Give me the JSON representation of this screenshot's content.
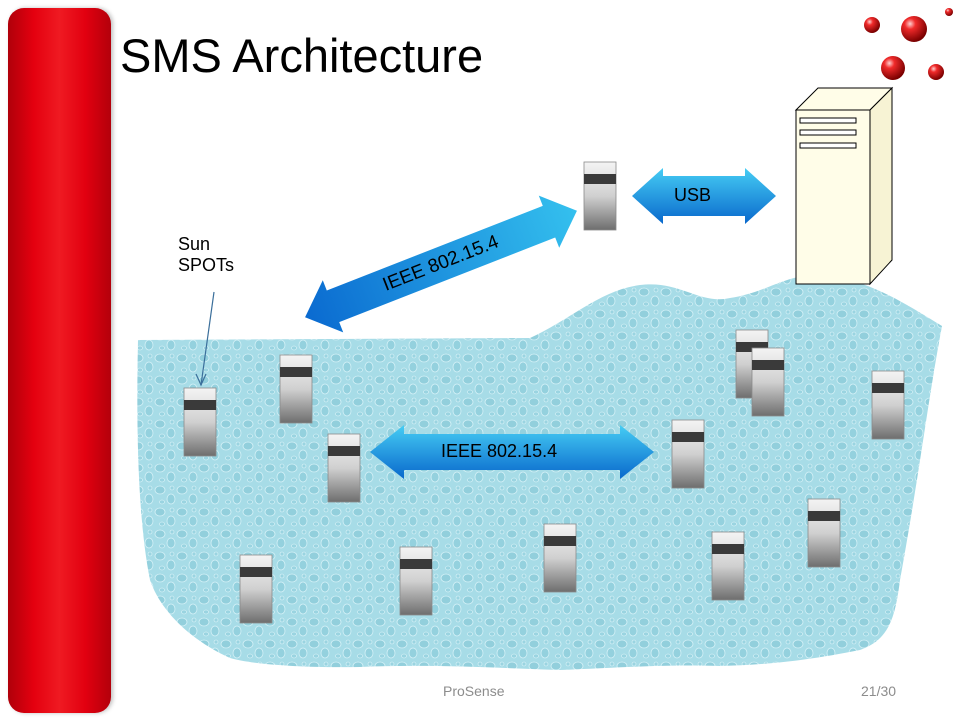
{
  "slide": {
    "title": "SMS Architecture",
    "sun_spots_label": "Sun SPOTs",
    "sun_spots_line1": "Sun",
    "sun_spots_line2": "SPOTs",
    "usb_label": "USB",
    "ieee_top_label": "IEEE 802.15.4",
    "ieee_mid_label": "IEEE 802.15.4",
    "footer_center": "ProSense",
    "footer_page": "21/30"
  },
  "colors": {
    "accent_red": "#e4000f",
    "water": "#a6dbe6",
    "arrow_light": "#3cc4f0",
    "arrow_dark": "#0a6fd2"
  }
}
